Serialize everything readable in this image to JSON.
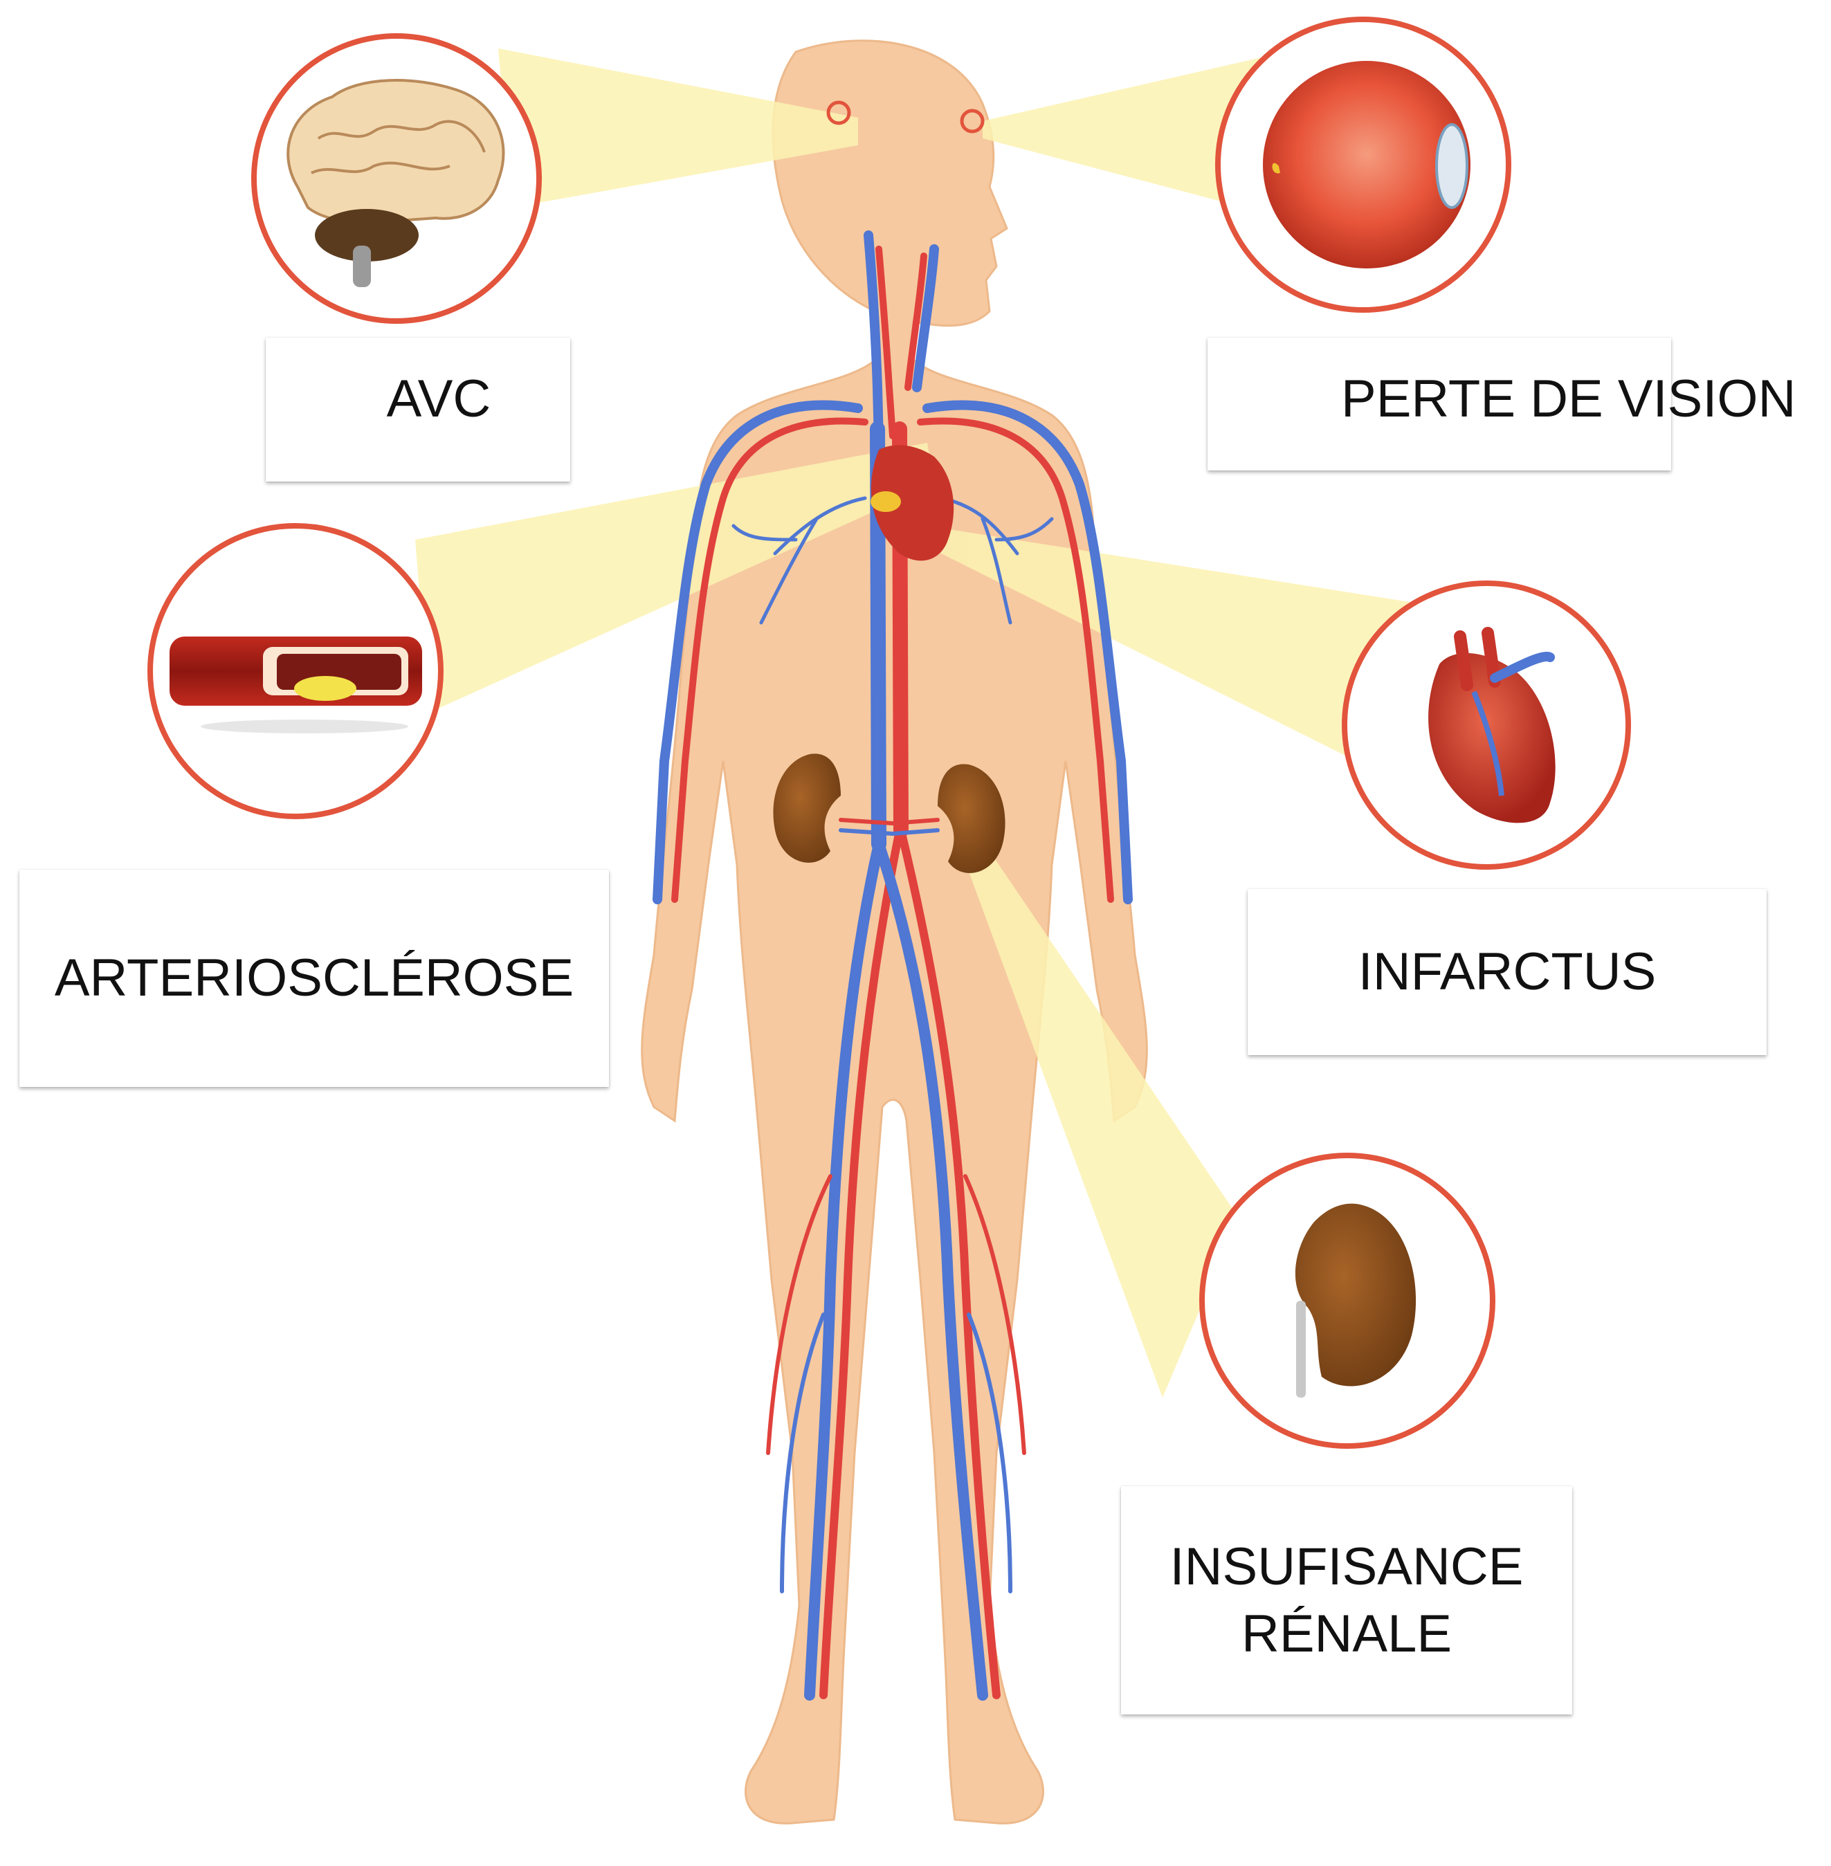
{
  "colors": {
    "skin": "#f6c9a0",
    "artery": "#e0413c",
    "vein": "#4f77d3",
    "ring": "#e2543c",
    "highlight": "#fbf2b2",
    "kidney": "#8a4e1d"
  },
  "labels": {
    "avc": "AVC",
    "vision": "PERTE DE VISION",
    "arterio": "ARTERIOSCLÉROSE",
    "infarct": "INFARCTUS",
    "renal_line1": "INSUFISANCE",
    "renal_line2": "RÉNALE"
  },
  "icons": {
    "brain": "brain-icon",
    "eye": "eye-icon",
    "artery": "artery-plaque-icon",
    "heart": "heart-icon",
    "kidney": "kidney-icon"
  }
}
